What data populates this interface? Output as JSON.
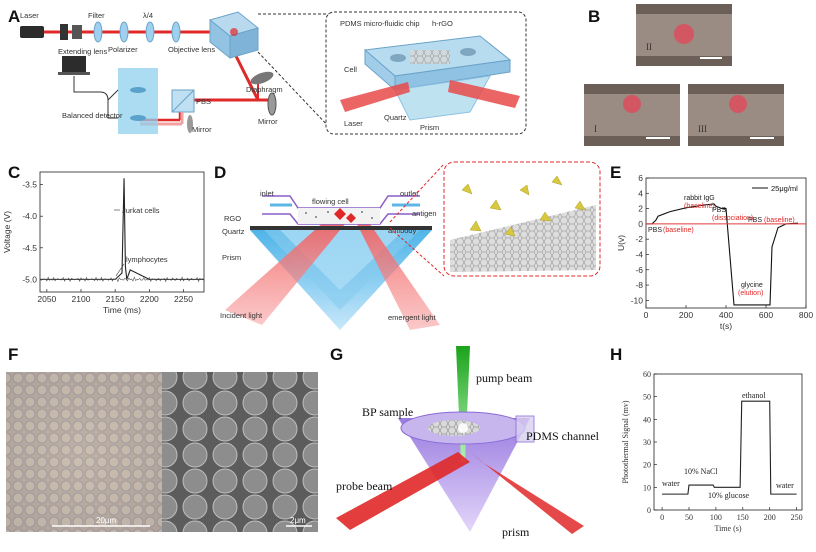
{
  "panels": {
    "A": {
      "label": "A",
      "texts": {
        "laser": "Laser",
        "filter": "Filter",
        "quarter_wave": "λ/4",
        "extending_lens": "Extending lens",
        "polarizer": "Polarizer",
        "objective_lens": "Objective\nlens",
        "diaphragm": "Diaphragm",
        "mirror1": "Mirror",
        "pbs": "PBS",
        "mirror2": "Mirror",
        "balanced_detector": "Balanced\ndetector",
        "pdms_chip": "PDMS\nmicro-fluidic\nchip",
        "rgo": "h-rGO",
        "cell": "Cell",
        "laser_inset": "Laser",
        "quartz": "Quartz",
        "prism": "Prism"
      }
    },
    "B": {
      "label": "B",
      "roman": [
        "II",
        "I",
        "III"
      ]
    },
    "C": {
      "label": "C",
      "annotations": {
        "jurkat": "Jurkat cells",
        "lymph": "lymphocytes"
      },
      "chart_data": {
        "type": "line",
        "xlabel": "Time (ms)",
        "ylabel": "Voltage (V)",
        "xlim": [
          2040,
          2280
        ],
        "ylim": [
          -5.2,
          -3.3
        ],
        "xticks": [
          "2050",
          "2100",
          "2150",
          "2200",
          "2250"
        ],
        "yticks": [
          "-3.5",
          "-4.0",
          "-4.5",
          "-5.0"
        ],
        "baseline": -5.0,
        "x": [
          2040,
          2080,
          2120,
          2150,
          2160,
          2163,
          2165,
          2167,
          2172,
          2200,
          2240,
          2280
        ],
        "y": [
          -5.0,
          -5.0,
          -5.0,
          -5.0,
          -4.9,
          -3.4,
          -4.8,
          -5.0,
          -4.85,
          -5.0,
          -5.0,
          -5.0
        ]
      }
    },
    "D": {
      "label": "D",
      "texts": {
        "inlet": "inlet",
        "flowing_cell": "flowing cell",
        "outlet": "outlet",
        "rgo": "RGO",
        "antigen": "antigen",
        "antibody": "antibody",
        "quartz": "Quartz",
        "prism": "Prism",
        "incident": "Incident light",
        "emergent": "emergent light"
      }
    },
    "E": {
      "label": "E",
      "annotations": {
        "rabbit": "rabbit IgG",
        "baseline1": "(baseline)",
        "pbs_diss": "PBS",
        "dissociation": "(dissociation)",
        "pbs_base": "PBS",
        "baseline2": "(baseline)",
        "pbs_end": "PBS",
        "baseline3": "(baseline)",
        "glycine": "glycine",
        "elution": "(elution)"
      },
      "chart_data": {
        "type": "line",
        "xlabel": "t(s)",
        "ylabel": "U(v)",
        "xlim": [
          0,
          800
        ],
        "ylim": [
          -11,
          6
        ],
        "xticks": [
          "0",
          "200",
          "400",
          "600",
          "800"
        ],
        "yticks": [
          "6",
          "4",
          "2",
          "0",
          "-2",
          "-4",
          "-6",
          "-8",
          "-10"
        ],
        "series": [
          {
            "name": "25μg/ml",
            "x": [
              0,
              30,
              50,
              60,
              120,
              200,
              300,
              340,
              350,
              380,
              400,
              440,
              520,
              600,
              620,
              630,
              660,
              700,
              760
            ],
            "y": [
              0,
              0,
              0.5,
              1.0,
              1.6,
              2.1,
              2.5,
              2.6,
              2.3,
              2.0,
              2.0,
              -10.6,
              -10.6,
              -10.6,
              -10.6,
              -3.0,
              -0.5,
              0.0,
              0.1
            ]
          },
          {
            "name": "",
            "x": [
              0,
              800
            ],
            "y": [
              0,
              0
            ]
          }
        ],
        "colors": [
          "#111111",
          "#e23a3a"
        ]
      }
    },
    "F": {
      "label": "F",
      "scale1": "20μm",
      "scale2": "2μm"
    },
    "G": {
      "label": "G",
      "texts": {
        "pump": "pump beam",
        "bp": "BP sample",
        "pdms": "PDMS channel",
        "probe": "probe beam",
        "prism": "prism"
      }
    },
    "H": {
      "label": "H",
      "annotations": {
        "water1": "water",
        "nacl": "10% NaCl",
        "glucose": "10% glucose",
        "ethanol": "ethanol",
        "water2": "water"
      },
      "chart_data": {
        "type": "line",
        "xlabel": "Time (s)",
        "ylabel": "Photothermal Signal (mv)",
        "xlim": [
          -15,
          260
        ],
        "ylim": [
          0,
          60
        ],
        "xticks": [
          "0",
          "50",
          "100",
          "150",
          "200",
          "250"
        ],
        "yticks": [
          "0",
          "10",
          "20",
          "30",
          "40",
          "50",
          "60"
        ],
        "x": [
          0,
          48,
          50,
          95,
          97,
          145,
          148,
          200,
          202,
          250
        ],
        "y": [
          7,
          7,
          11,
          11,
          10,
          10,
          48,
          48,
          7,
          7
        ]
      }
    }
  }
}
